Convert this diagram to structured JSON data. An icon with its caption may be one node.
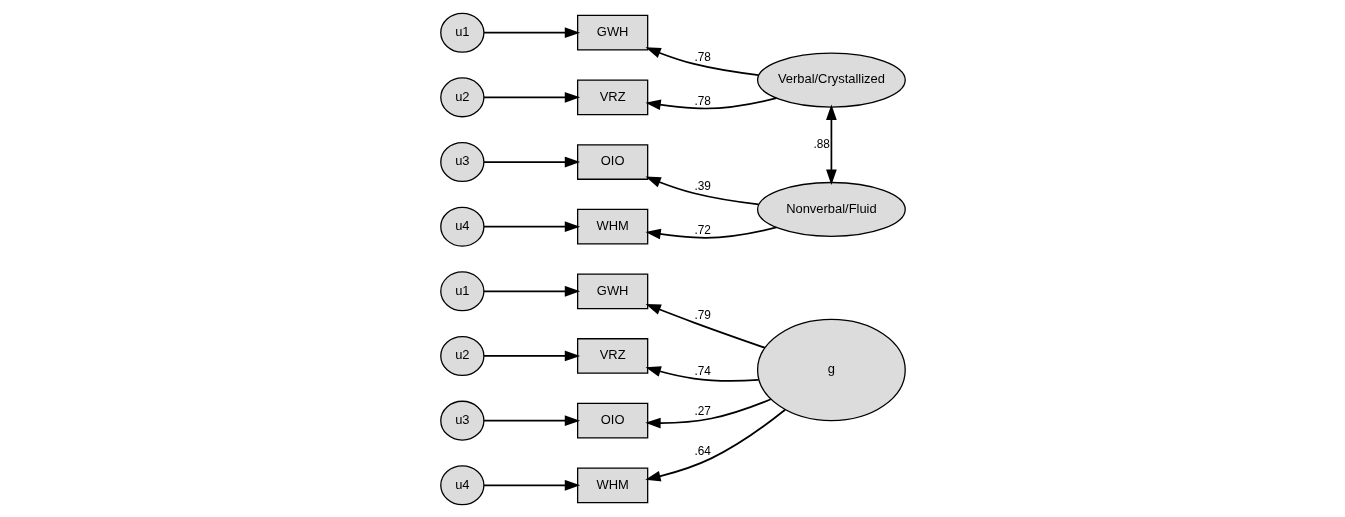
{
  "diagram": {
    "nodes": [
      {
        "text": [
          "u1"
        ]
      },
      {
        "text": [
          "u2"
        ]
      },
      {
        "text": [
          "u3"
        ]
      },
      {
        "text": [
          "u4"
        ]
      },
      {
        "text": [
          "GWH"
        ]
      },
      {
        "text": [
          "VRZ"
        ]
      },
      {
        "text": [
          "OIO"
        ]
      },
      {
        "text": [
          "WHM"
        ]
      },
      {
        "text": [
          "g"
        ]
      },
      {
        "text": [
          "u1"
        ]
      },
      {
        "text": [
          "u2"
        ]
      },
      {
        "text": [
          "GWH"
        ]
      },
      {
        "text": [
          "VRZ"
        ]
      },
      {
        "text": [
          "Verbal/Crystallized"
        ]
      },
      {
        "text": [
          "u3"
        ]
      },
      {
        "text": [
          "u4"
        ]
      },
      {
        "text": [
          "OIO"
        ]
      },
      {
        "text": [
          "WHM"
        ]
      },
      {
        "text": [
          "Nonverbal/Fluid"
        ]
      }
    ],
    "edges": [
      {
        "from": 0,
        "to": 4,
        "arrow": "to"
      },
      {
        "from": 1,
        "to": 5,
        "arrow": "to"
      },
      {
        "from": 2,
        "to": 6,
        "arrow": "to"
      },
      {
        "from": 3,
        "to": 7,
        "arrow": "to"
      },
      {
        "from": 8,
        "to": 4,
        "arrow": "to",
        "label": ".79"
      },
      {
        "from": 8,
        "to": 5,
        "arrow": "to",
        "label": ".74"
      },
      {
        "from": 8,
        "to": 6,
        "arrow": "to",
        "label": ".27"
      },
      {
        "from": 8,
        "to": 7,
        "arrow": "to",
        "label": ".64"
      },
      {
        "from": 9,
        "to": 11,
        "arrow": "to"
      },
      {
        "from": 10,
        "to": 12,
        "arrow": "to"
      },
      {
        "from": 13,
        "to": 11,
        "arrow": "to",
        "label": ".78"
      },
      {
        "from": 13,
        "to": 12,
        "arrow": "to",
        "label": ".78"
      },
      {
        "from": 13,
        "to": 18,
        "arrow": "both",
        "label": ".88"
      },
      {
        "from": 14,
        "to": 16,
        "arrow": "to"
      },
      {
        "from": 15,
        "to": 17,
        "arrow": "to"
      },
      {
        "from": 18,
        "to": 16,
        "arrow": "to",
        "label": ".39"
      },
      {
        "from": 18,
        "to": 17,
        "arrow": "to",
        "label": ".72"
      }
    ]
  }
}
